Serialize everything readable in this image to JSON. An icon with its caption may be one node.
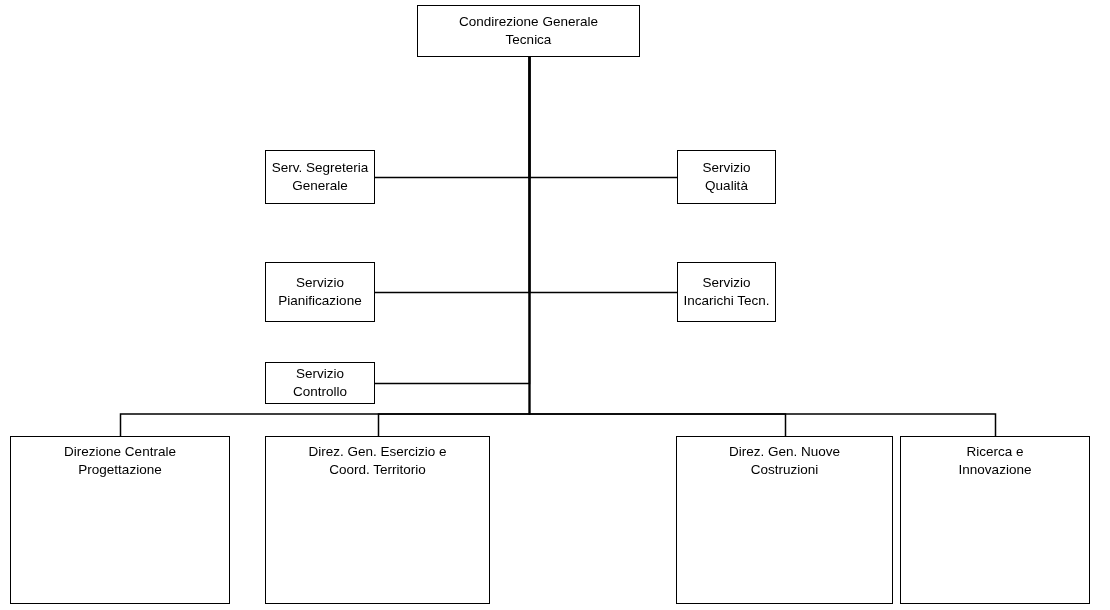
{
  "diagram": {
    "nodes": [
      {
        "text": [
          "Condirezione Generale Tecnica"
        ]
      },
      {
        "text": [
          "Serv. Segreteria Generale"
        ]
      },
      {
        "text": [
          "Servizio Qualità"
        ]
      },
      {
        "text": [
          "Servizio Pianificazione"
        ]
      },
      {
        "text": [
          "Servizio Incarichi Tecn."
        ]
      },
      {
        "text": [
          "Servizio Controllo"
        ]
      },
      {
        "text": [
          "Direzione Centrale Progettazione"
        ]
      },
      {
        "text": [
          "Direz. Gen. Esercizio e Coord. Territorio"
        ]
      },
      {
        "text": [
          "Direz. Gen. Nuove Costruzioni"
        ]
      },
      {
        "text": [
          "Ricerca e Innovazione"
        ]
      }
    ],
    "edges": [
      {
        "from": 0,
        "to": 1,
        "arrow": "none"
      },
      {
        "from": 0,
        "to": 2,
        "arrow": "none"
      },
      {
        "from": 0,
        "to": 3,
        "arrow": "none"
      },
      {
        "from": 0,
        "to": 4,
        "arrow": "none"
      },
      {
        "from": 0,
        "to": 5,
        "arrow": "none"
      },
      {
        "from": 0,
        "to": 6,
        "arrow": "none"
      },
      {
        "from": 0,
        "to": 7,
        "arrow": "none"
      },
      {
        "from": 0,
        "to": 8,
        "arrow": "none"
      },
      {
        "from": 0,
        "to": 9,
        "arrow": "none"
      }
    ]
  }
}
